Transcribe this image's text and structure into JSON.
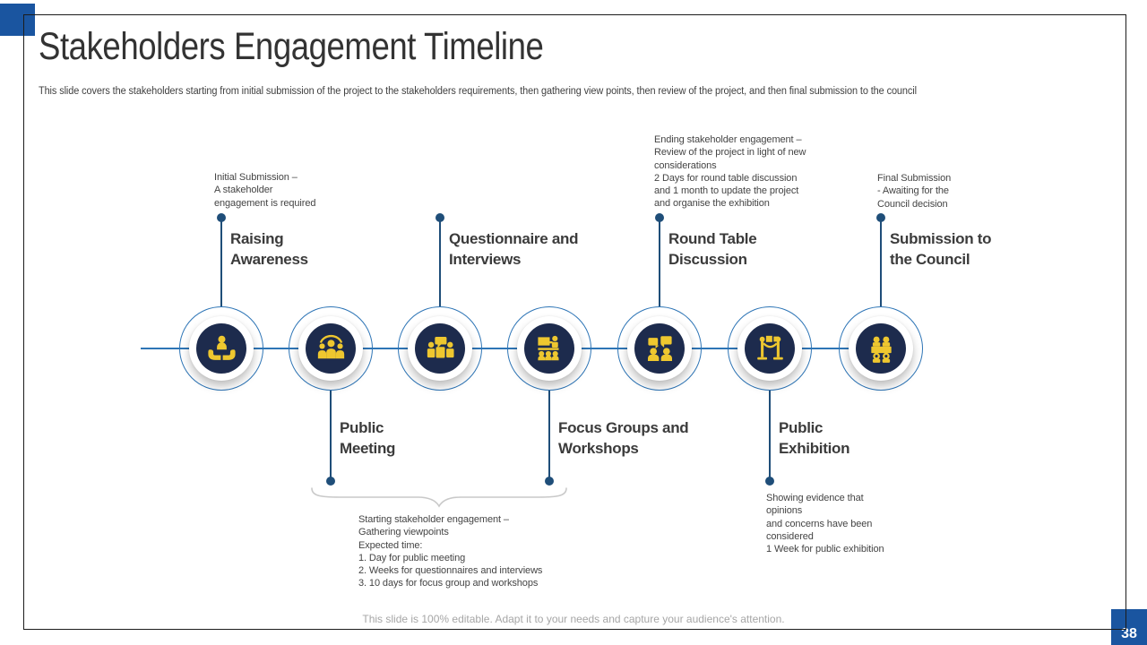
{
  "slide": {
    "title": "Stakeholders Engagement Timeline",
    "subtitle": "This slide covers the stakeholders  starting from initial submission of the project to the stakeholders requirements, then gathering view points, then review of the project, and then final submission to the council",
    "footer": "This slide is 100% editable. Adapt it to your needs and capture your audience's attention.",
    "page_number": "38"
  },
  "colors": {
    "accent_blue": "#1a55a0",
    "circle_navy": "#1d2b4d",
    "icon_gold": "#eec72f",
    "connector_light_blue": "#2e75b6",
    "connector_dark_blue": "#1f4e79",
    "title_text": "#333333",
    "annotation_text": "#444444",
    "footer_text": "#a6a6a6"
  },
  "timeline": {
    "nodes": [
      {
        "label": "Raising\nAwareness",
        "icon": "hands-holding-person-icon",
        "side": "above"
      },
      {
        "label": "Public\nMeeting",
        "icon": "meeting-people-icon",
        "side": "below"
      },
      {
        "label": "Questionnaire and\nInterviews",
        "icon": "interview-speech-bubble-icon",
        "side": "above"
      },
      {
        "label": "Focus Groups and\nWorkshops",
        "icon": "workshop-presentation-icon",
        "side": "below"
      },
      {
        "label": "Round Table\nDiscussion",
        "icon": "discussion-bubbles-icon",
        "side": "above"
      },
      {
        "label": "Public\nExhibition",
        "icon": "exhibition-stanchion-icon",
        "side": "below"
      },
      {
        "label": "Submission to\nthe Council",
        "icon": "council-table-icon",
        "side": "above"
      }
    ],
    "annotations": {
      "initial_submission": "Initial Submission –\nA stakeholder\nengagement is required",
      "ending_engagement": "Ending stakeholder engagement –\nReview of the project in light of new\nconsiderations\n2 Days for round table discussion\nand 1 month to update the project\nand organise the exhibition",
      "final_submission": "Final Submission\n- Awaiting for the\nCouncil decision",
      "starting_engagement": "Starting stakeholder engagement –\nGathering viewpoints\nExpected time:\n1.  Day for public meeting\n2.  Weeks for questionnaires and interviews\n3.  10 days for focus group and workshops",
      "showing_evidence": "Showing evidence that\nopinions\nand concerns have been\nconsidered\n1 Week for public exhibition"
    }
  }
}
